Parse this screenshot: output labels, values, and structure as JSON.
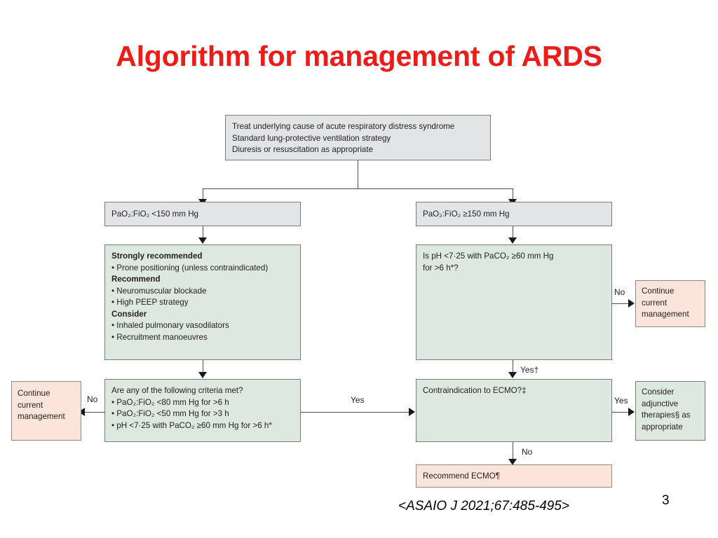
{
  "slide": {
    "title": "Algorithm for management of ARDS",
    "citation": "<ASAIO J 2021;67:485-495>",
    "page_number": "3"
  },
  "colors": {
    "title_red": "#ee1c18",
    "gray_box": "#e2e4e6",
    "green_box": "#dde8e0",
    "peach_box": "#fbe4da",
    "border": "#7b7b7b",
    "connector": "#4d4d4d"
  },
  "flowchart": {
    "start_box": {
      "line1": "Treat underlying cause of acute respiratory distress syndrome",
      "line2": "Standard lung-protective ventilation strategy",
      "line3": "Diuresis or resuscitation as appropriate"
    },
    "left_branch_header": "PaO₂:FiO₂  <150 mm Hg",
    "right_branch_header": "PaO₂:FiO₂ ≥150 mm Hg",
    "left_therapy_box": {
      "heading1": "Strongly recommended",
      "item1": "• Prone positioning (unless contraindicated)",
      "heading2": "Recommend",
      "item2": "• Neuromuscular blockade",
      "item3": "• High PEEP strategy",
      "heading3": "Consider",
      "item4": "• Inhaled pulmonary vasodilators",
      "item5": "• Recruitment manoeuvres"
    },
    "right_ph_box": {
      "line1": "Is pH <7·25 with PaCO₂ ≥60 mm Hg",
      "line2": "for >6 h*?"
    },
    "criteria_box": {
      "question": "Are any of the following criteria met?",
      "item1": "• PaO₂:FiO₂ <80 mm Hg for >6 h",
      "item2": "• PaO₂:FiO₂ <50 mm Hg for >3 h",
      "item3": "• pH <7·25 with PaCO₂ ≥60 mm Hg for >6 h*"
    },
    "ecmo_contraindication_box": "Contraindication to ECMO?‡",
    "continue_left_box": {
      "line1": "Continue",
      "line2": "current",
      "line3": "management"
    },
    "continue_right_box": {
      "line1": "Continue",
      "line2": "current",
      "line3": "management"
    },
    "adjunctive_box": {
      "line1": "Consider",
      "line2": "adjunctive",
      "line3": "therapies§ as",
      "line4": "appropriate"
    },
    "recommend_ecmo_box": "Recommend  ECMO¶",
    "edge_labels": {
      "ph_no": "No",
      "ph_yes": "Yes†",
      "criteria_no": "No",
      "criteria_yes": "Yes",
      "ecmo_yes": "Yes",
      "ecmo_no": "No"
    }
  }
}
